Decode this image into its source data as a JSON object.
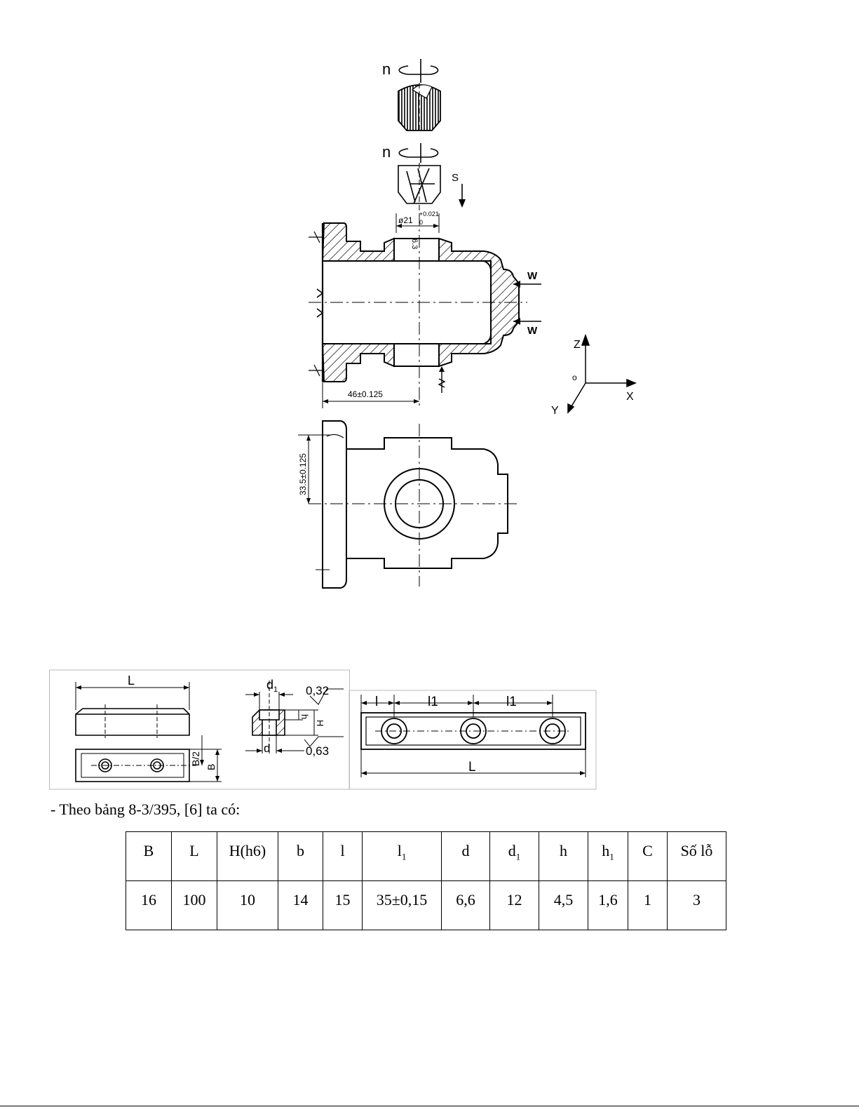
{
  "drawing": {
    "spindle_label_top": "n",
    "spindle_label_mid": "n",
    "feed_label": "S",
    "hole_dim": "ø21",
    "hole_tol": "+0.021",
    "hole_tol_low": "0",
    "roughness": "6.3",
    "clamp_top": "W",
    "clamp_bottom": "W",
    "dim_horizontal": "46±0.125",
    "dim_vertical": "33.5±0.125",
    "axis_z": "Z",
    "axis_x": "X",
    "axis_y": "Y",
    "axis_o": "o"
  },
  "insert_drawing": {
    "len_L": "L",
    "sec_d1": "d",
    "sec_d1_sub": "1",
    "sec_d": "d",
    "sec_h": "h",
    "sec_H": "H",
    "rough_1": "0,32",
    "rough_2": "0,63",
    "B_half": "B/2",
    "B": "B",
    "plate_l": "l",
    "plate_l1a": "l1",
    "plate_l1b": "l1",
    "plate_L": "L"
  },
  "intro": "- Theo bảng 8-3/395, [6] ta có:",
  "table": {
    "headers": [
      {
        "main": "B",
        "sub": ""
      },
      {
        "main": "L",
        "sub": ""
      },
      {
        "main": "H(h6)",
        "sub": ""
      },
      {
        "main": "b",
        "sub": ""
      },
      {
        "main": "l",
        "sub": ""
      },
      {
        "main": "l",
        "sub": "1"
      },
      {
        "main": "d",
        "sub": ""
      },
      {
        "main": "d",
        "sub": "1"
      },
      {
        "main": "h",
        "sub": ""
      },
      {
        "main": "h",
        "sub": "1"
      },
      {
        "main": "C",
        "sub": ""
      },
      {
        "main": "Số lỗ",
        "sub": ""
      }
    ],
    "values": [
      "16",
      "100",
      "10",
      "14",
      "15",
      "35±0,15",
      "6,6",
      "12",
      "4,5",
      "1,6",
      "1",
      "3"
    ]
  }
}
